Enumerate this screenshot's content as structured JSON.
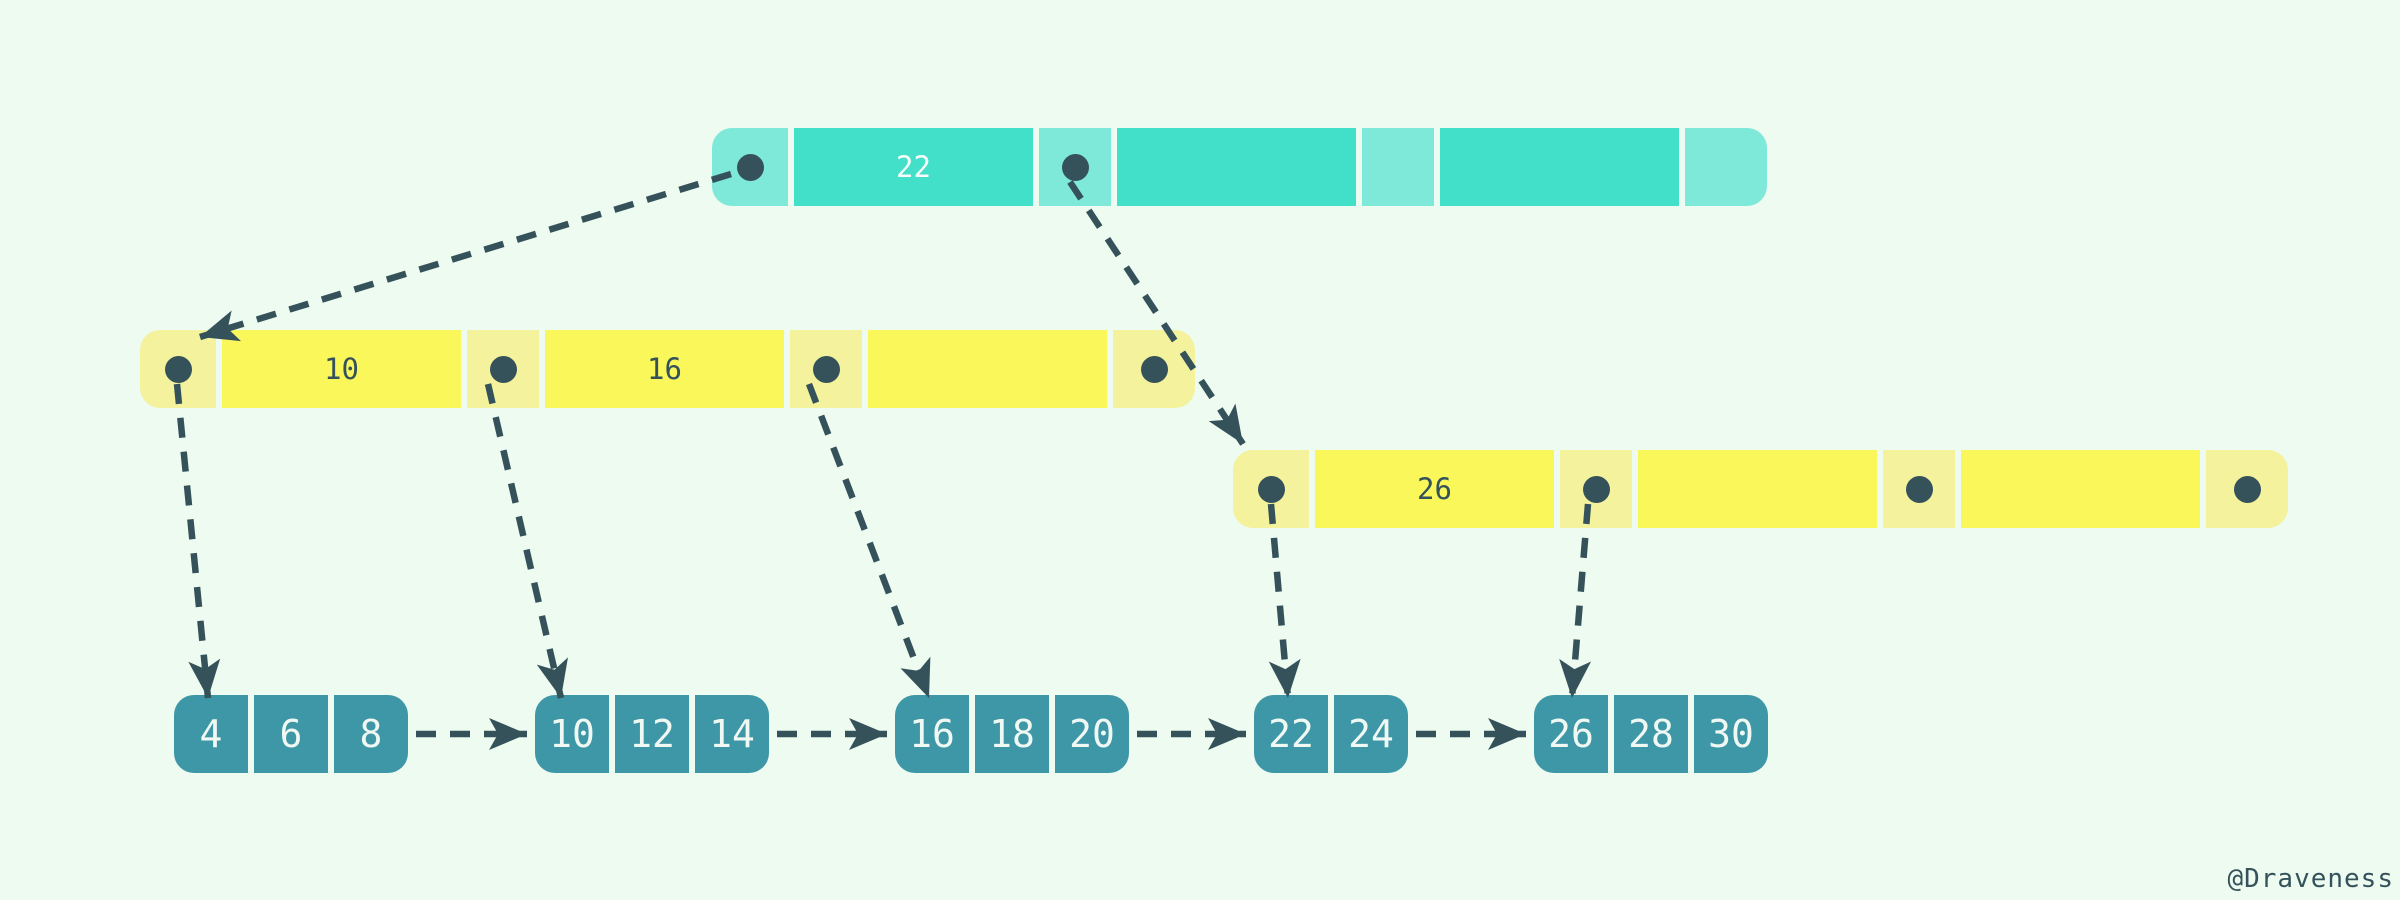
{
  "palette": {
    "background": "#EDFBF0",
    "root_key_cell": "#42DFC9",
    "root_pointer_cell": "#7EE8D9",
    "internal_key_cell": "#FAF75B",
    "internal_pointer_cell": "#F4F29C",
    "leaf_cell": "#3E97A7",
    "ink": "#35525B",
    "light_text": "#F6FDFA"
  },
  "tree": {
    "root": {
      "cells": [
        {
          "type": "pointer",
          "dot": true
        },
        {
          "type": "key",
          "value": "22"
        },
        {
          "type": "pointer",
          "dot": true
        },
        {
          "type": "key",
          "value": ""
        },
        {
          "type": "pointer",
          "dot": false
        },
        {
          "type": "key",
          "value": ""
        },
        {
          "type": "pointer",
          "dot": false
        }
      ]
    },
    "level2_left": {
      "cells": [
        {
          "type": "pointer",
          "dot": true
        },
        {
          "type": "key",
          "value": "10"
        },
        {
          "type": "pointer",
          "dot": true
        },
        {
          "type": "key",
          "value": "16"
        },
        {
          "type": "pointer",
          "dot": true
        },
        {
          "type": "key",
          "value": ""
        },
        {
          "type": "pointer",
          "dot": true
        }
      ]
    },
    "level2_right": {
      "cells": [
        {
          "type": "pointer",
          "dot": true
        },
        {
          "type": "key",
          "value": "26"
        },
        {
          "type": "pointer",
          "dot": true
        },
        {
          "type": "key",
          "value": ""
        },
        {
          "type": "pointer",
          "dot": true
        },
        {
          "type": "key",
          "value": ""
        },
        {
          "type": "pointer",
          "dot": true
        }
      ]
    },
    "leaves": [
      {
        "values": [
          "4",
          "6",
          "8"
        ]
      },
      {
        "values": [
          "10",
          "12",
          "14"
        ]
      },
      {
        "values": [
          "16",
          "18",
          "20"
        ]
      },
      {
        "values": [
          "22",
          "24"
        ]
      },
      {
        "values": [
          "26",
          "28",
          "30"
        ]
      }
    ]
  },
  "credit": "@Draveness"
}
